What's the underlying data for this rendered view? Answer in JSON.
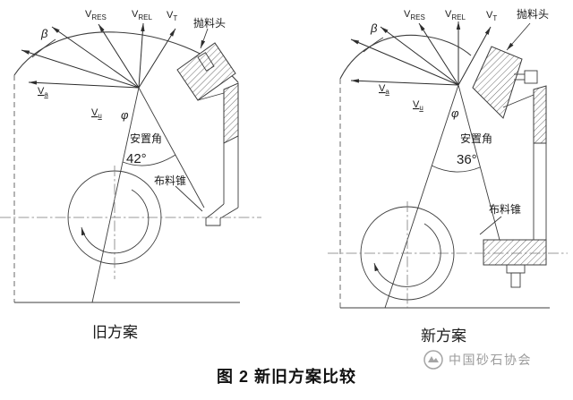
{
  "caption": "图 2  新旧方案比较",
  "watermark": {
    "text": "中国砂石协会"
  },
  "labels": {
    "v": "V",
    "sub_res": "RES",
    "sub_rel": "REL",
    "sub_t": "T",
    "sub_a": "a",
    "sub_u": "u",
    "head": "抛料头",
    "beta": "β",
    "phi": "φ",
    "mount_angle": "安置角",
    "cone": "布料锥"
  },
  "left": {
    "angle": "42°",
    "name": "旧方案"
  },
  "right": {
    "angle": "36°",
    "name": "新方案"
  }
}
